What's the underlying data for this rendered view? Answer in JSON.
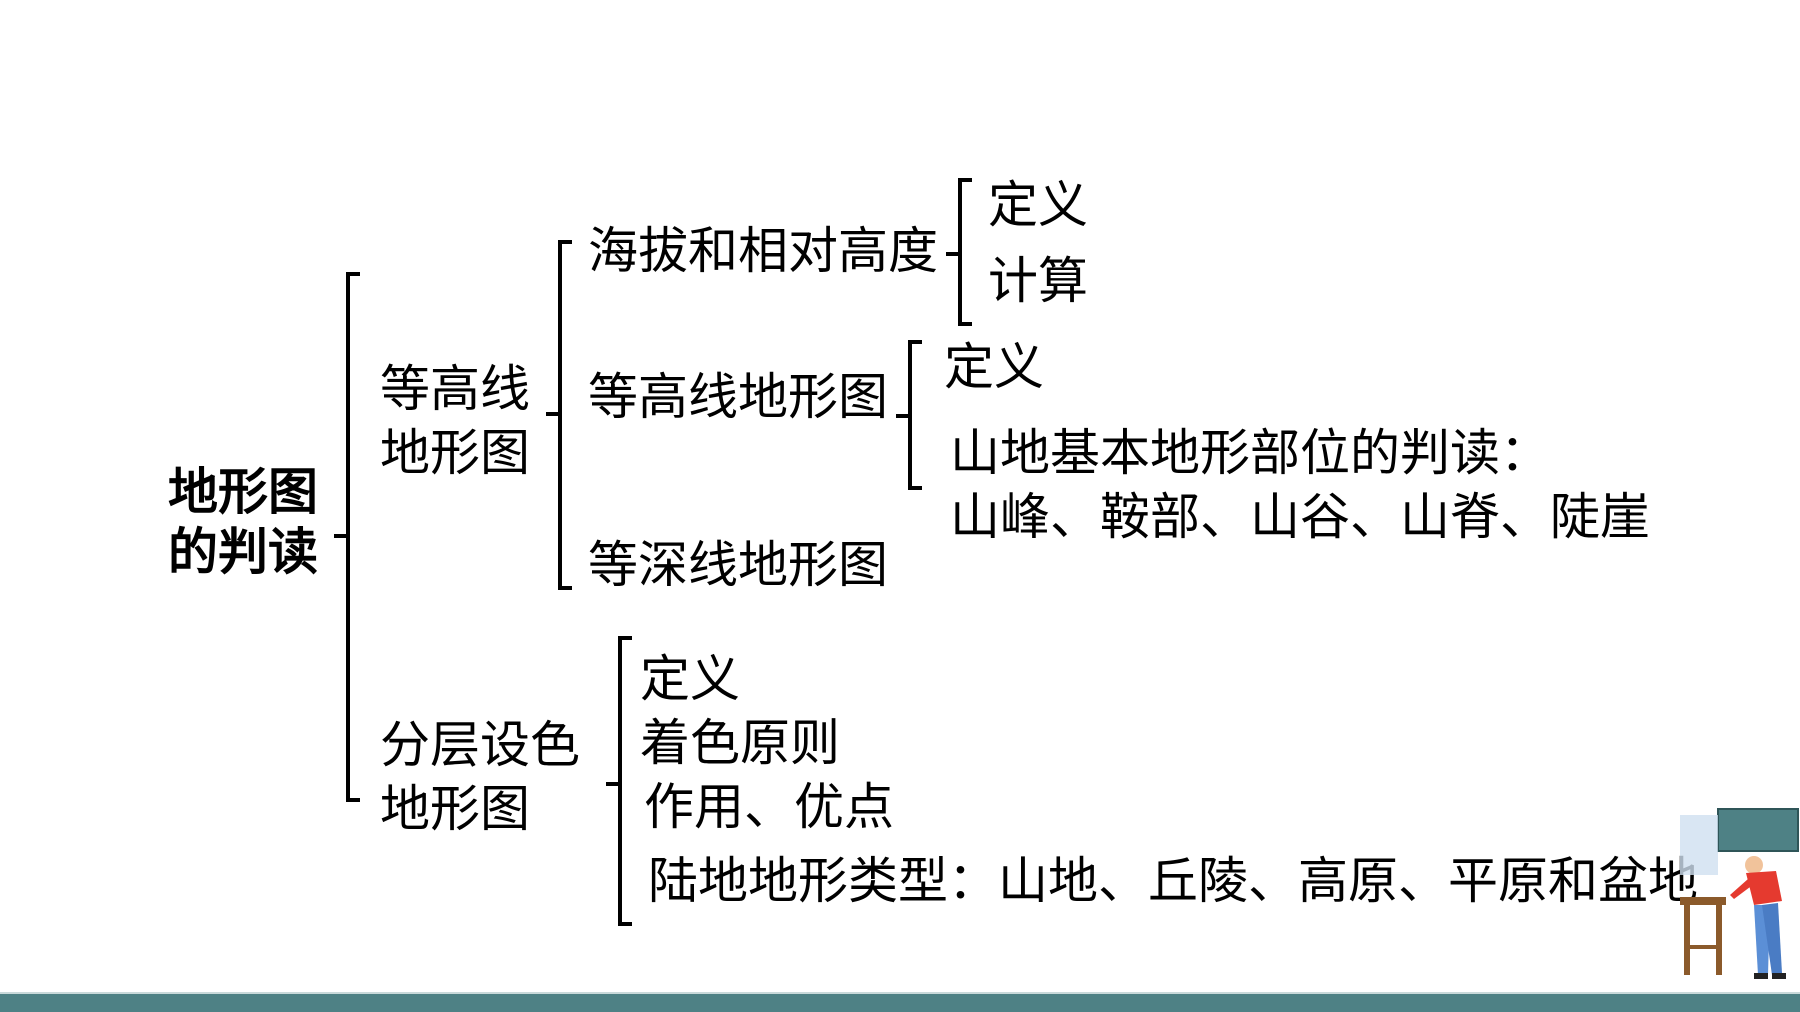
{
  "root": {
    "line1": "地形图",
    "line2": "的判读"
  },
  "contour": {
    "line1": "等高线",
    "line2": "地形图",
    "items": {
      "altitude": "海拔和相对高度",
      "contour_map": "等高线地形图",
      "bathy": "等深线地形图"
    },
    "altitude_sub": {
      "def": "定义",
      "calc": "计算"
    },
    "contour_map_sub": {
      "def": "定义",
      "reading": "山地基本地形部位的判读：",
      "parts": "山峰、鞍部、山谷、山脊、陡崖"
    }
  },
  "layered": {
    "line1": "分层设色",
    "line2": "地形图",
    "items": {
      "def": "定义",
      "principle": "着色原则",
      "use": "作用、优点",
      "types": "陆地地形类型：山地、丘陵、高原、平原和盆地"
    }
  },
  "colors": {
    "footer": "#4e8185",
    "figure_shirt": "#e53a2f",
    "figure_pants": "#5b8fd6",
    "sign": "#4e8185"
  }
}
